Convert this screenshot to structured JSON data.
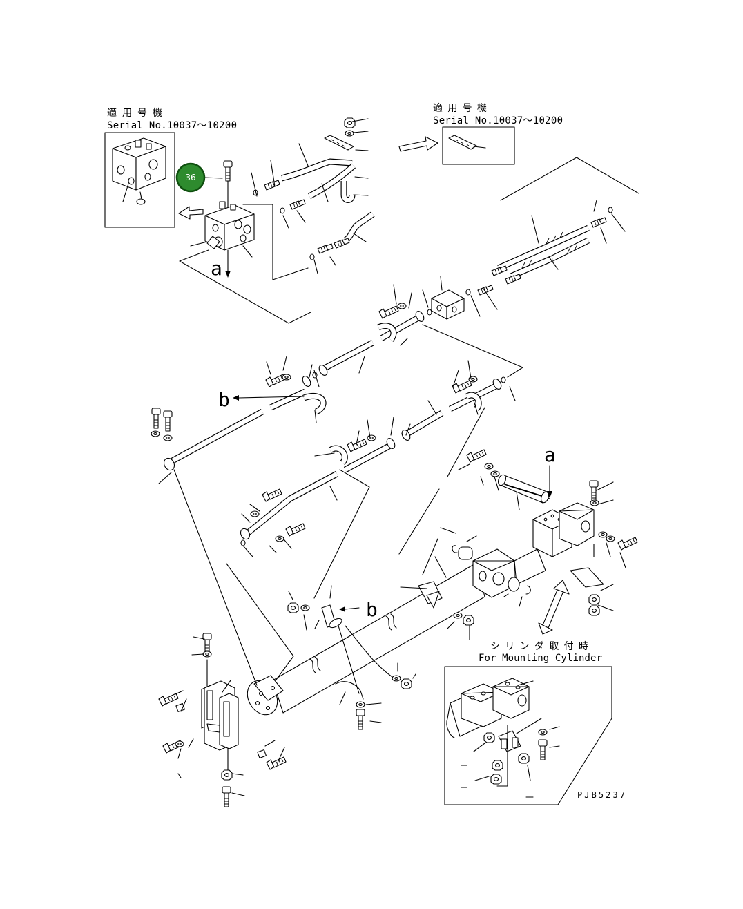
{
  "labels": {
    "applicable_left_jp": "適 用 号 機",
    "serial_left": "Serial No.10037〜10200",
    "applicable_right_jp": "適 用 号 機",
    "serial_right": "Serial No.10037〜10200",
    "cylinder_mount_jp": "シ リ ン ダ 取 付 時",
    "cylinder_mount_en": "For Mounting Cylinder",
    "drawing_code": "PJB5237"
  },
  "callouts": [
    {
      "label": "36",
      "color": "#2e8b2e"
    }
  ],
  "view_markers": {
    "a_valve": "a",
    "a_cylinder": "a",
    "b_pipe": "b",
    "b_clamp": "b"
  }
}
